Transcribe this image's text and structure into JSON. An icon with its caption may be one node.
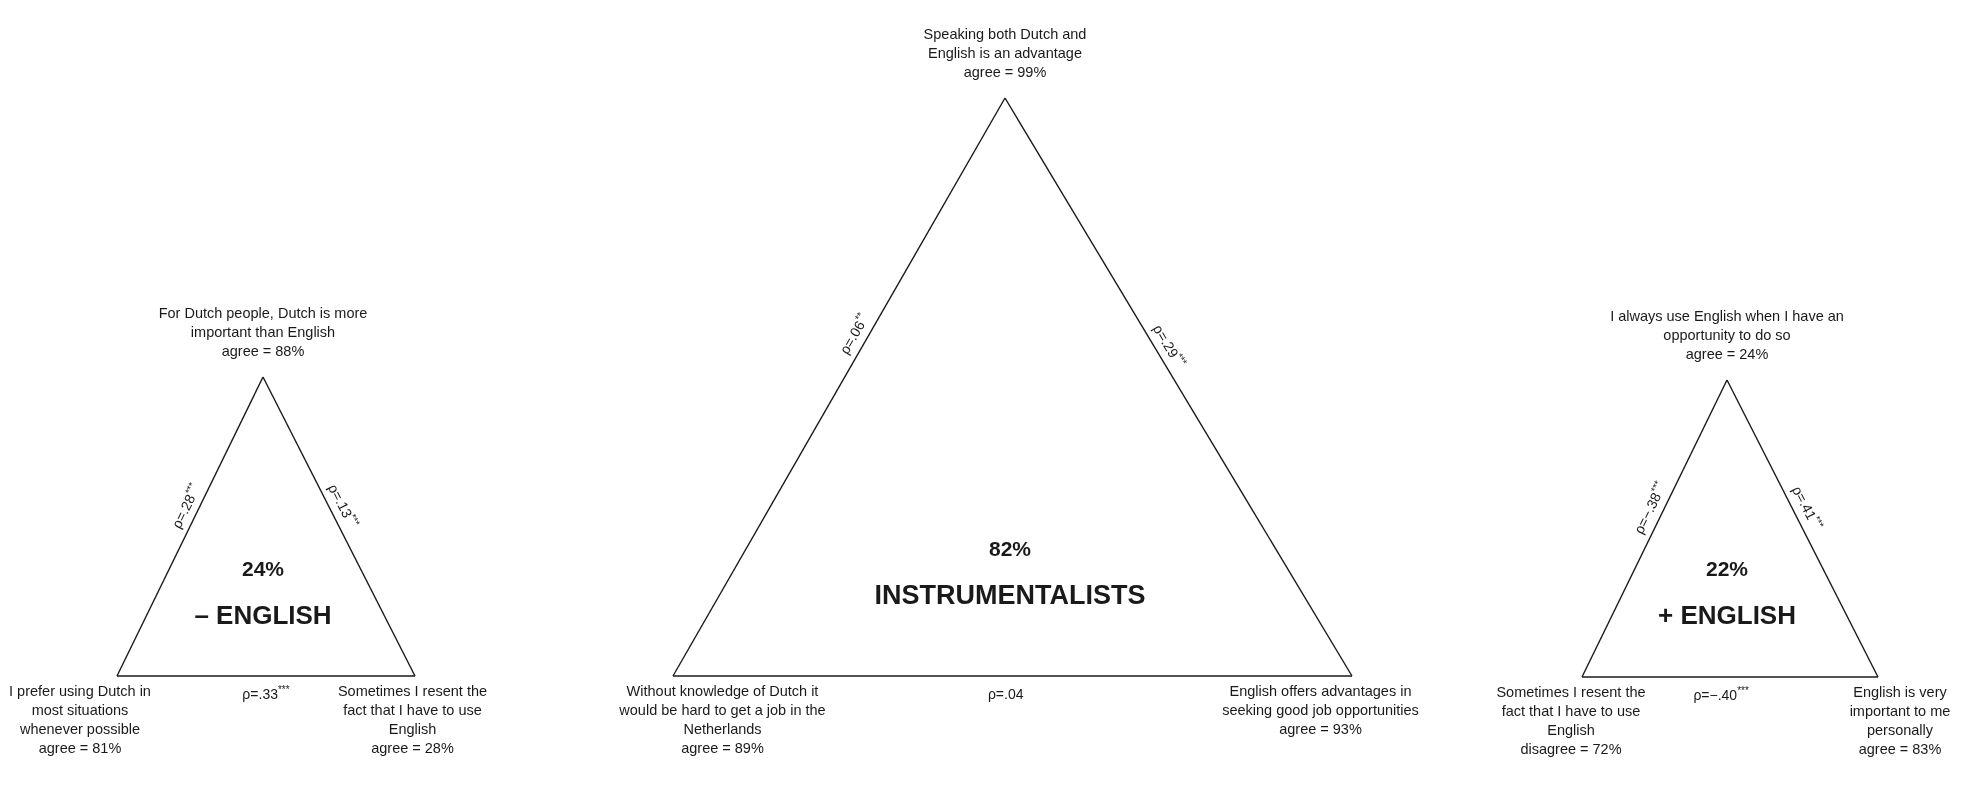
{
  "diagram": {
    "nodes": [
      {
        "text": [
          "For Dutch people, Dutch is more important than English",
          "agree = 88%"
        ]
      },
      {
        "text": [
          "24%",
          "– ENGLISH"
        ]
      },
      {
        "text": [
          "I prefer using Dutch in most situations whenever possible",
          "agree = 81%"
        ]
      },
      {
        "text": [
          "Sometimes I resent the fact that I have to use English",
          "agree = 28%"
        ]
      },
      {
        "text": [
          "Speaking both Dutch and English is an advantage",
          "agree = 99%"
        ]
      },
      {
        "text": [
          "82%",
          "INSTRUMENTALISTS"
        ]
      },
      {
        "text": [
          "Without knowledge of Dutch it would be hard to get a job in the Netherlands",
          "agree = 89%"
        ]
      },
      {
        "text": [
          "English offers advantages in seeking good job opportunities",
          "agree = 93%"
        ]
      },
      {
        "text": [
          "I always use English when I have an opportunity to do so",
          "agree = 24%"
        ]
      },
      {
        "text": [
          "22%",
          "+ ENGLISH"
        ]
      },
      {
        "text": [
          "Sometimes I resent the fact that I have to use English",
          "disagree = 72%"
        ]
      },
      {
        "text": [
          "English is very important to me personally",
          "agree = 83%"
        ]
      }
    ],
    "edges": [
      {
        "from": 0,
        "to": 2,
        "arrow": "none",
        "label": "ρ=.28$^{***}$"
      },
      {
        "from": 0,
        "to": 3,
        "arrow": "none",
        "label": "ρ=.13$^{***}$"
      },
      {
        "from": 2,
        "to": 3,
        "arrow": "none",
        "label": "ρ=.33$^{***}$"
      },
      {
        "from": 4,
        "to": 6,
        "arrow": "none",
        "label": "ρ=.06$^{**}$"
      },
      {
        "from": 4,
        "to": 7,
        "arrow": "none",
        "label": "ρ=.29$^{***}$"
      },
      {
        "from": 6,
        "to": 7,
        "arrow": "none",
        "label": "ρ=.04"
      },
      {
        "from": 8,
        "to": 10,
        "arrow": "none",
        "label": "ρ=−.38$^{***}$"
      },
      {
        "from": 8,
        "to": 11,
        "arrow": "none",
        "label": "ρ=.41$^{***}$"
      },
      {
        "from": 10,
        "to": 11,
        "arrow": "none",
        "label": "ρ=−.40$^{***}$"
      }
    ]
  }
}
